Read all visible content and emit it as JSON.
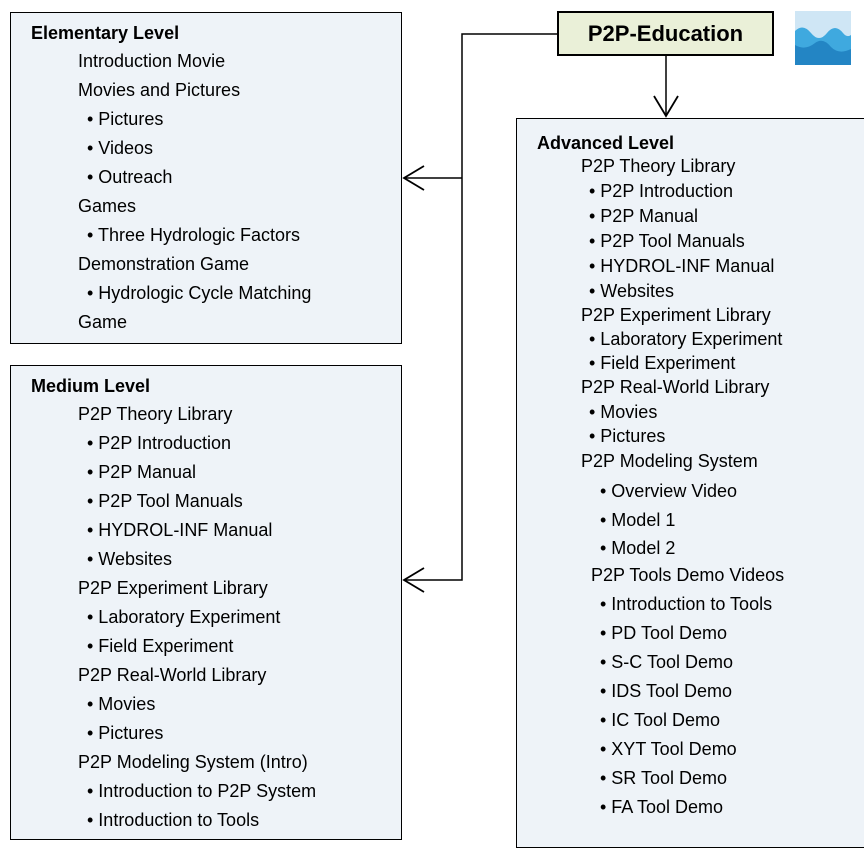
{
  "root": {
    "label": "P2P-Education"
  },
  "elementary": {
    "title": "Elementary Level",
    "lines": [
      "Introduction Movie",
      "Movies and Pictures",
      "• Pictures",
      "• Videos",
      "• Outreach",
      "Games",
      "• Three Hydrologic Factors",
      "Demonstration Game",
      "• Hydrologic Cycle Matching",
      "Game"
    ]
  },
  "medium": {
    "title": "Medium Level",
    "lines": [
      "P2P Theory Library",
      "• P2P Introduction",
      "• P2P Manual",
      "• P2P Tool Manuals",
      "• HYDROL-INF Manual",
      "• Websites",
      "P2P Experiment Library",
      "• Laboratory Experiment",
      "• Field Experiment",
      "P2P Real-World Library",
      "• Movies",
      "• Pictures",
      "P2P Modeling System (Intro)",
      "• Introduction to P2P System",
      "• Introduction to Tools"
    ]
  },
  "advanced": {
    "title": "Advanced Level",
    "lines": [
      "P2P Theory Library",
      "• P2P Introduction",
      "• P2P Manual",
      "• P2P Tool Manuals",
      "• HYDROL-INF Manual",
      "• Websites",
      "P2P Experiment Library",
      "• Laboratory Experiment",
      "• Field Experiment",
      "P2P Real-World Library",
      "• Movies",
      "• Pictures",
      "P2P Modeling System",
      "• Overview Video",
      "• Model 1",
      "• Model 2",
      "P2P Tools Demo Videos",
      "• Introduction to Tools",
      "• PD Tool Demo",
      "• S-C Tool Demo",
      "• IDS Tool Demo",
      "• IC Tool Demo",
      "• XYT Tool Demo",
      "• SR Tool Demo",
      "• FA Tool Demo"
    ]
  },
  "icons": {
    "logo": "landscape-logo-icon",
    "arrow": "arrow-icon"
  },
  "colors": {
    "level_box_fill": "#eef3f8",
    "root_box_fill": "#eaf0d8",
    "logo_sky": "#cfe6f5",
    "logo_water": "#3fa9df",
    "stroke": "#000000"
  }
}
